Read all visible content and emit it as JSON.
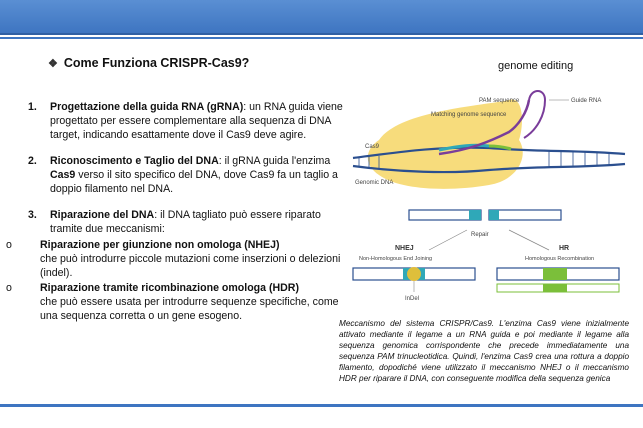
{
  "header": {
    "title": "Come Funziona CRISPR-Cas9?"
  },
  "figure_title": "genome editing",
  "steps": [
    {
      "number": "1.",
      "title": "Progettazione della guida RNA (gRNA)",
      "text": ": un RNA guida viene progettato per essere complementare alla sequenza di DNA target, indicando esattamente dove il Cas9 deve agire."
    },
    {
      "number": "2.",
      "title": "Riconoscimento e Taglio del DNA",
      "text_a": ": il gRNA guida l'enzima ",
      "bold_mid": "Cas9",
      "text_b": " verso il sito specifico del DNA, dove Cas9 fa un taglio a doppio filamento nel DNA."
    },
    {
      "number": "3.",
      "title": "Riparazione del DNA",
      "text": ": il DNA tagliato può essere riparato tramite due meccanismi:"
    }
  ],
  "mechanisms": [
    {
      "marker": "o",
      "title": "Riparazione per giunzione non omologa (NHEJ)",
      "text": "che può introdurre piccole mutazioni come inserzioni o delezioni (indel)."
    },
    {
      "marker": "o",
      "title": "Riparazione tramite ricombinazione omologa (HDR)",
      "text": "che può essere usata per introdurre sequenze specifiche, come una sequenza corretta o un gene esogeno."
    }
  ],
  "diagram": {
    "labels": {
      "pam": "PAM sequence",
      "guide_rna": "Guide RNA",
      "matching": "Matching genome sequence",
      "cas9": "Cas9",
      "genomic_dna": "Genomic DNA",
      "repair": "Repair",
      "nhej": "NHEJ",
      "nhej_full": "Non-Homologous End Joining",
      "hr": "HR",
      "hr_full": "Homologous Recombination",
      "indel": "InDel"
    },
    "colors": {
      "dna": "#2b4f8f",
      "cas9": "#f6d665",
      "grna": "#7a3d9a",
      "match": "#2fa8b8",
      "green": "#7bbf3a",
      "yellow": "#f2c12e"
    }
  },
  "caption": "Meccanismo del sistema CRISPR/Cas9. L'enzima Cas9 viene inizialmente attivato mediante il legame a un RNA guida e poi mediante il legame alla sequenza genomica corrispondente che precede immediatamente una sequenza PAM trinucleotidica.   Quindi, l'enzima Cas9 crea una rottura a doppio filamento, dopodiché viene utilizzato il meccanismo NHEJ o il meccanismo HDR per riparare il DNA, con conseguente modifica della sequenza genica"
}
